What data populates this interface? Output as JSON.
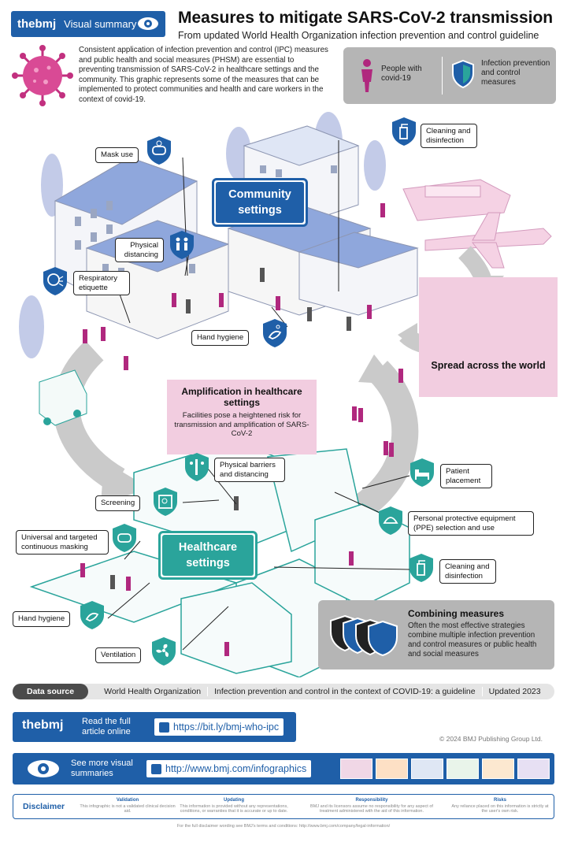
{
  "header": {
    "logo": "thebmj",
    "badge_label": "Visual summary",
    "title": "Measures to mitigate SARS-CoV-2 transmission",
    "subtitle": "From updated World Health Organization infection prevention and control guideline"
  },
  "intro": "Consistent application of infection prevention and control (IPC) measures and public health and social measures (PHSM) are essential to preventing transmission of SARS-CoV-2 in healthcare settings and the community. This graphic represents some of the measures that can be implemented to protect communities and health and care workers in the context of covid-19.",
  "legend": {
    "people": "People with covid-19",
    "ipc": "Infection prevention and control measures",
    "colors": {
      "people": "#b0287e",
      "ipc_shield": "#1f5fa8"
    }
  },
  "community": {
    "label": "Community settings",
    "color": "#1f5fa8",
    "measures": [
      {
        "label": "Mask use",
        "icon": "mask-icon"
      },
      {
        "label": "Cleaning and disinfection",
        "icon": "spray-icon"
      },
      {
        "label": "Physical distancing",
        "icon": "distancing-icon"
      },
      {
        "label": "Respiratory etiquette",
        "icon": "cough-icon"
      },
      {
        "label": "Hand hygiene",
        "icon": "handwash-icon"
      }
    ]
  },
  "spread": {
    "label": "Spread across the world"
  },
  "amplification": {
    "title": "Amplification in healthcare settings",
    "body": "Facilities pose a heightened risk for transmission and amplification of SARS-CoV-2"
  },
  "healthcare": {
    "label": "Healthcare settings",
    "color": "#2aa49b",
    "measures": [
      {
        "label": "Physical barriers and distancing",
        "icon": "barrier-icon"
      },
      {
        "label": "Patient placement",
        "icon": "bed-icon"
      },
      {
        "label": "Screening",
        "icon": "screening-icon"
      },
      {
        "label": "Personal protective equipment (PPE) selection and use",
        "icon": "ppe-icon"
      },
      {
        "label": "Universal and targeted continuous masking",
        "icon": "mask-icon"
      },
      {
        "label": "Cleaning and disinfection",
        "icon": "spray-icon"
      },
      {
        "label": "Hand hygiene",
        "icon": "handwash-icon"
      },
      {
        "label": "Ventilation",
        "icon": "fan-icon"
      }
    ]
  },
  "combining": {
    "title": "Combining measures",
    "body": "Often the most effective strategies combine multiple infection prevention and control measures or public health and social measures"
  },
  "data_source": {
    "label": "Data source",
    "items": [
      "World Health Organization",
      "Infection prevention and control in the context of COVID-19: a guideline",
      "Updated 2023"
    ]
  },
  "read_full": {
    "label": "Read the full article online",
    "url": "https://bit.ly/bmj-who-ipc"
  },
  "copyright": "© 2024 BMJ Publishing Group Ltd.",
  "more": {
    "label": "See more visual summaries",
    "url": "http://www.bmj.com/infographics"
  },
  "disclaimer": {
    "label": "Disclaimer",
    "columns": [
      {
        "head": "Validation",
        "text": "This infographic is not a validated clinical decision aid."
      },
      {
        "head": "Updating",
        "text": "This information is provided without any representations, conditions, or warranties that it is accurate or up to date."
      },
      {
        "head": "Responsibility",
        "text": "BMJ and its licensors assume no responsibility for any aspect of treatment administered with the aid of this information."
      },
      {
        "head": "Risks",
        "text": "Any reliance placed on this information is strictly at the user's own risk."
      }
    ],
    "footer": "For the full disclaimer wording see BMJ's terms and conditions: http://www.bmj.com/company/legal-information/"
  }
}
